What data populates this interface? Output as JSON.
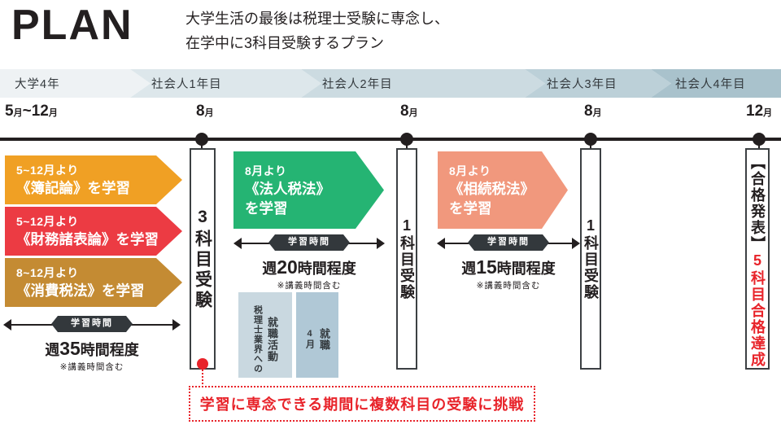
{
  "header": {
    "title": "PLAN",
    "subtitle_line1": "大学生活の最後は税理士受験に専念し、",
    "subtitle_line2": "在学中に3科目受験するプラン"
  },
  "colors": {
    "ink": "#231f20",
    "red": "#e8232a",
    "orange": "#f0a024",
    "crimson": "#ec3b43",
    "brown": "#c48b33",
    "green": "#25b473",
    "salmon": "#f1987d",
    "band1": "#eef2f4",
    "band2": "#dde7eb",
    "band3": "#ccdbe1",
    "band4": "#bcd0d8",
    "band5": "#a9c2cc",
    "job_light": "#c9d8e0",
    "job_dark": "#b0c8d6"
  },
  "year_band": [
    {
      "label": "大学4年",
      "color": "#eef2f4"
    },
    {
      "label": "社会人1年目",
      "color": "#dde7eb"
    },
    {
      "label": "社会人2年目",
      "color": "#ccdbe1"
    },
    {
      "label": "社会人3年目",
      "color": "#bcd0d8"
    },
    {
      "label": "社会人4年目",
      "color": "#a9c2cc"
    }
  ],
  "month_markers": [
    {
      "num": "5",
      "unit": "月",
      "num2": "12",
      "unit2": "月",
      "sep": "~",
      "has_dot": false
    },
    {
      "num": "8",
      "unit": "月",
      "has_dot": true
    },
    {
      "num": "8",
      "unit": "月",
      "has_dot": true
    },
    {
      "num": "8",
      "unit": "月",
      "has_dot": true
    },
    {
      "num": "12",
      "unit": "月",
      "has_dot": true
    }
  ],
  "subject_arrows": [
    {
      "line1": "5~12月より",
      "line2": "《簿記論》を学習",
      "color": "#f0a024"
    },
    {
      "line1": "5~12月より",
      "line2": "《財務諸表論》を学習",
      "color": "#ec3b43"
    },
    {
      "line1": "8~12月より",
      "line2": "《消費税法》を学習",
      "color": "#c48b33"
    },
    {
      "line1": "8月より",
      "line2": "《法人税法》",
      "line3": "を学習",
      "color": "#25b473"
    },
    {
      "line1": "8月より",
      "line2": "《相続税法》",
      "line3": "を学習",
      "color": "#f1987d"
    }
  ],
  "study_blocks": [
    {
      "pill": "学習時間",
      "prefix": "週",
      "hours": "35",
      "suffix": "時間程度",
      "note": "※講義時間含む"
    },
    {
      "pill": "学習時間",
      "prefix": "週",
      "hours": "20",
      "suffix": "時間程度",
      "note": "※講義時間含む"
    },
    {
      "pill": "学習時間",
      "prefix": "週",
      "hours": "15",
      "suffix": "時間程度",
      "note": "※講義時間含む"
    }
  ],
  "exam_boxes": [
    {
      "label": "3科目受験",
      "variant": "wide"
    },
    {
      "label": "1科目受験",
      "variant": "narrow"
    },
    {
      "label": "1科目受験",
      "variant": "narrow"
    }
  ],
  "result_box": {
    "top_label": "【合格発表】",
    "bottom_label": "5科目合格達成"
  },
  "job_boxes": [
    {
      "main": "税理士業界への",
      "sub": "就職活動",
      "color": "#c9d8e0"
    },
    {
      "main": "4月",
      "sub": "就職",
      "color": "#b0c8d6"
    }
  ],
  "callout": {
    "text": "学習に専念できる期間に複数科目の受験に挑戦"
  }
}
